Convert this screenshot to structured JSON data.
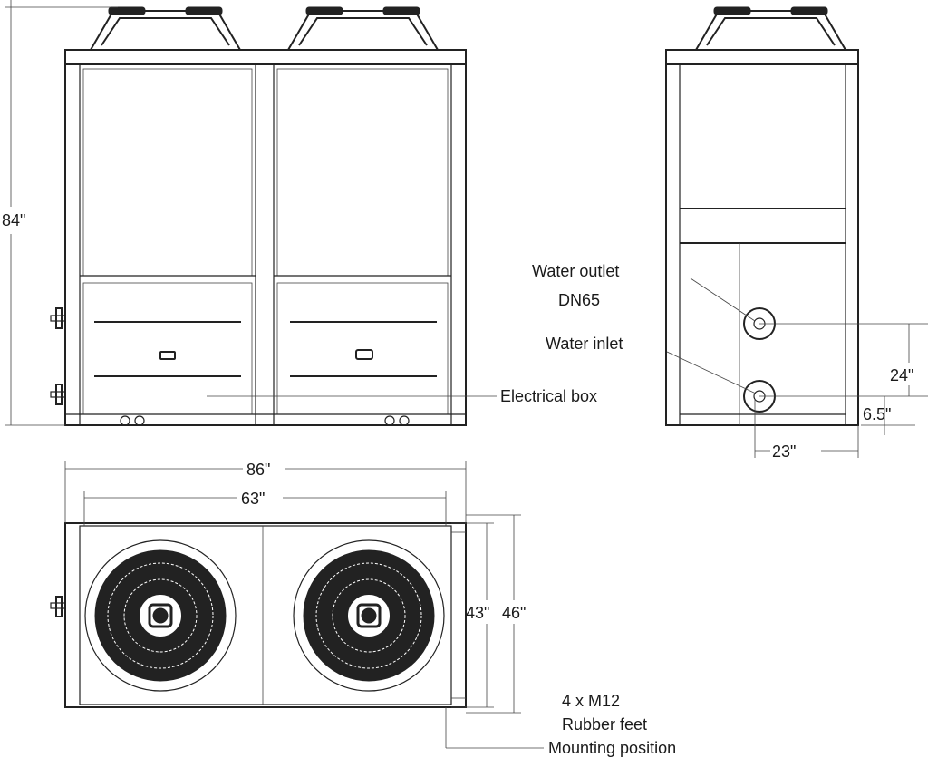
{
  "dimensions": {
    "height": "84\"",
    "overall_width": "86\"",
    "inner_width": "63\"",
    "depth_inner": "43\"",
    "depth_outer": "46\"",
    "outlet_height": "24\"",
    "inlet_height": "6.5\"",
    "pipe_offset": "23\""
  },
  "callouts": {
    "water_outlet": "Water outlet",
    "outlet_size": "DN65",
    "water_inlet": "Water inlet",
    "electrical_box": "Electrical box",
    "feet_line1": "4 x M12",
    "feet_line2": "Rubber feet",
    "feet_line3": "Mounting position"
  }
}
